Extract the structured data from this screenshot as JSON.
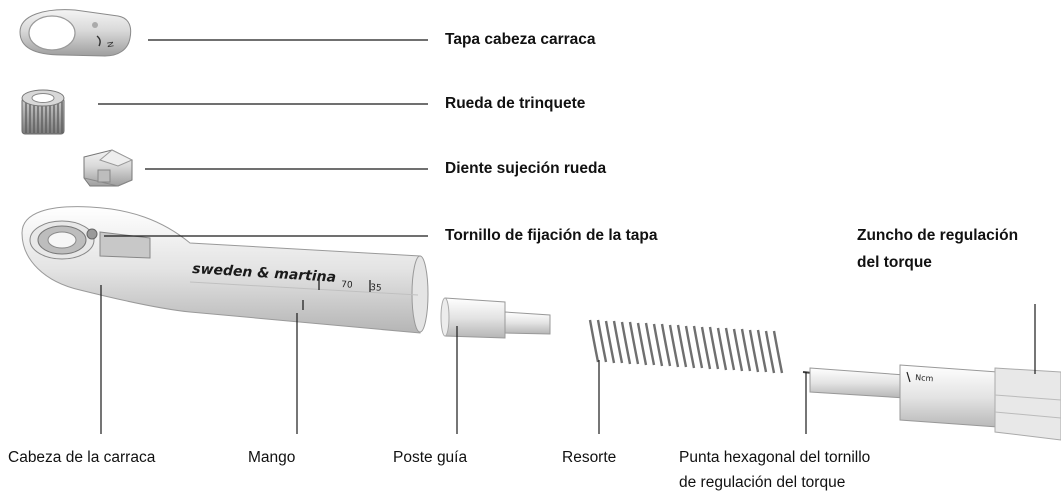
{
  "parts_top": [
    {
      "id": "cap",
      "label": "Tapa cabeza carraca"
    },
    {
      "id": "wheel",
      "label": "Rueda de trinquete"
    },
    {
      "id": "tooth",
      "label": "Diente sujeción rueda"
    },
    {
      "id": "screw",
      "label": "Tornillo de fijación de la tapa"
    }
  ],
  "band_label": [
    "Zuncho de regulación",
    "del torque"
  ],
  "parts_bottom": [
    {
      "id": "head",
      "label": "Cabeza de la carraca"
    },
    {
      "id": "handle",
      "label": "Mango"
    },
    {
      "id": "post",
      "label": "Poste guía"
    },
    {
      "id": "spring",
      "label": "Resorte"
    },
    {
      "id": "hex",
      "lines": [
        "Punta hexagonal del tornillo",
        "de regulación del torque"
      ]
    }
  ],
  "handle_text": {
    "brand": "sweden & martina",
    "mark_70": "70",
    "mark_35": "35",
    "ncm": "Ncm"
  }
}
